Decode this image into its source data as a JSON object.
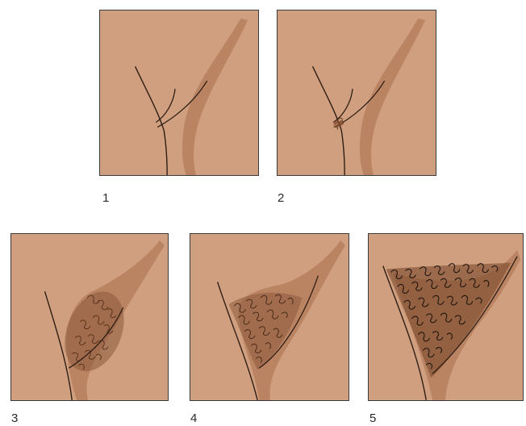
{
  "stages": [
    {
      "number": "1"
    },
    {
      "number": "2"
    },
    {
      "number": "3"
    },
    {
      "number": "4"
    },
    {
      "number": "5"
    }
  ],
  "colors": {
    "skin": "#cf9f7f",
    "shadow": "#ba8463",
    "outline": "#2e1d14",
    "hair_light": "#7a4a2c",
    "hair_dark": "#2a1a12",
    "frame": "#3a3a3a"
  }
}
